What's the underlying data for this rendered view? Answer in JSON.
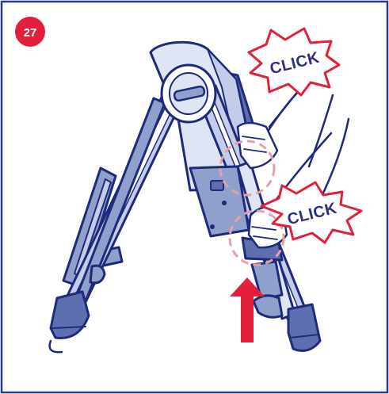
{
  "step": {
    "number": "27"
  },
  "callouts": [
    {
      "text": "CLICK"
    },
    {
      "text": "CLICK"
    }
  ],
  "colors": {
    "navy": "#1f2a7a",
    "frame_blue": "#2a3a8f",
    "mid_blue": "#8fa0cc",
    "light_blue": "#c3cde8",
    "pale_blue": "#dfe5f4",
    "dark_blue": "#5e6fb0",
    "badge_red": "#e2203a",
    "arrow_red": "#e2203a",
    "dash_pink": "#e8a0a8"
  },
  "icons": [
    "up-arrow-icon"
  ]
}
